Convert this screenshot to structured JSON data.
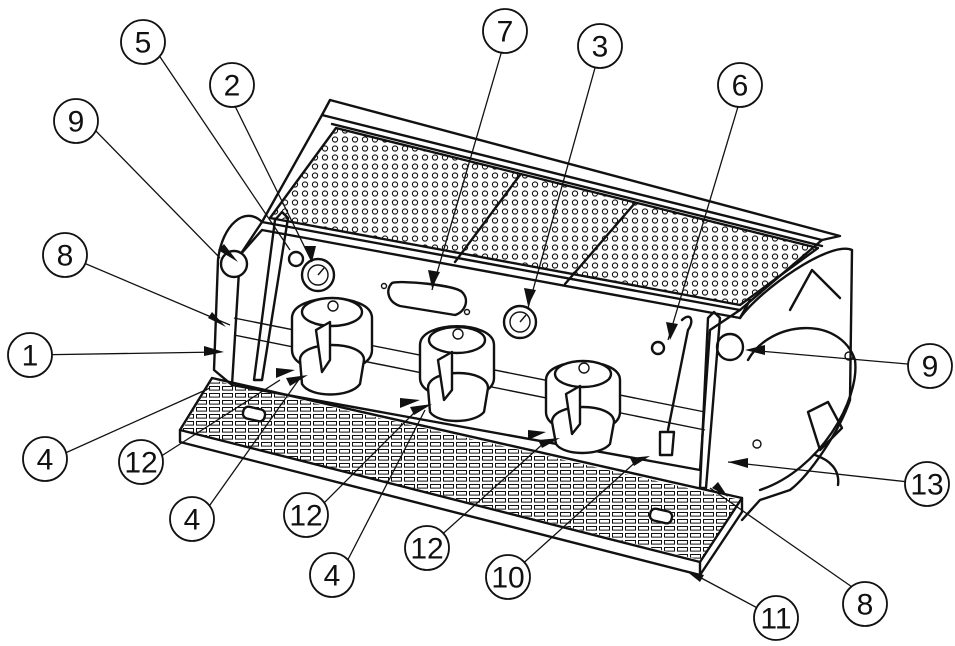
{
  "callouts": [
    {
      "id": "c1",
      "label": "1"
    },
    {
      "id": "c2",
      "label": "2"
    },
    {
      "id": "c3",
      "label": "3"
    },
    {
      "id": "c4a",
      "label": "4"
    },
    {
      "id": "c4b",
      "label": "4"
    },
    {
      "id": "c4c",
      "label": "4"
    },
    {
      "id": "c5",
      "label": "5"
    },
    {
      "id": "c6",
      "label": "6"
    },
    {
      "id": "c7",
      "label": "7"
    },
    {
      "id": "c8a",
      "label": "8"
    },
    {
      "id": "c8b",
      "label": "8"
    },
    {
      "id": "c9a",
      "label": "9"
    },
    {
      "id": "c9b",
      "label": "9"
    },
    {
      "id": "c10",
      "label": "10"
    },
    {
      "id": "c11",
      "label": "11"
    },
    {
      "id": "c12a",
      "label": "12"
    },
    {
      "id": "c12b",
      "label": "12"
    },
    {
      "id": "c12c",
      "label": "12"
    },
    {
      "id": "c13",
      "label": "13"
    }
  ],
  "colors": {
    "line": "#111111",
    "background": "#ffffff"
  }
}
